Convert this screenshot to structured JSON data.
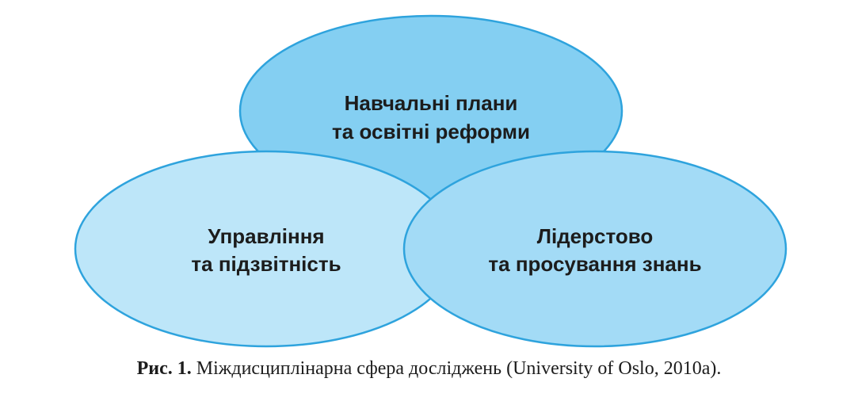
{
  "diagram": {
    "ellipses": [
      {
        "line1": "Навчальні плани",
        "line2": "та освітні реформи",
        "fill": "#84cff2",
        "stroke": "#2ea3dd"
      },
      {
        "line1": "Управління",
        "line2": "та підзвітність",
        "fill": "#bde6f9",
        "stroke": "#2ea3dd"
      },
      {
        "line1": "Лідерстово",
        "line2": "та просування знань",
        "fill": "#a3dbf6",
        "stroke": "#2ea3dd"
      }
    ]
  },
  "caption": {
    "label": "Рис. 1.",
    "text": " Міждисциплінарна сфера досліджень (University of Oslo, 2010a)."
  }
}
